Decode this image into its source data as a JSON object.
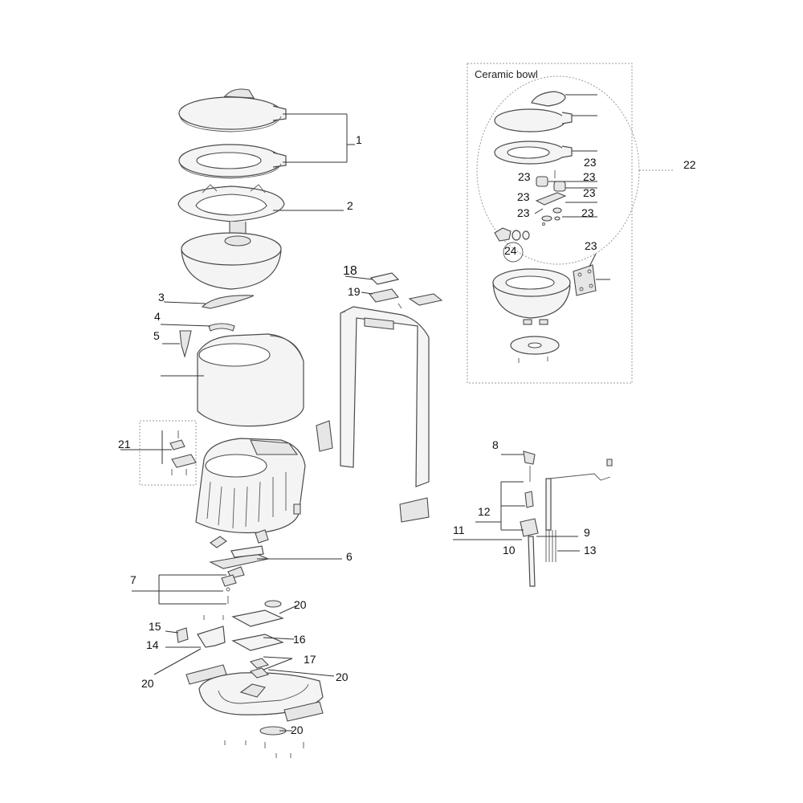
{
  "inset": {
    "title": "Ceramic bowl"
  },
  "callouts": {
    "c1": "1",
    "c2": "2",
    "c3": "3",
    "c4": "4",
    "c5": "5",
    "c6": "6",
    "c7": "7",
    "c8": "8",
    "c9": "9",
    "c10": "10",
    "c11": "11",
    "c12": "12",
    "c13": "13",
    "c14": "14",
    "c15": "15",
    "c16": "16",
    "c17": "17",
    "c18": "18",
    "c19": "19",
    "c20": "20",
    "c21": "21",
    "c22": "22",
    "c23": "23",
    "c24": "24"
  }
}
